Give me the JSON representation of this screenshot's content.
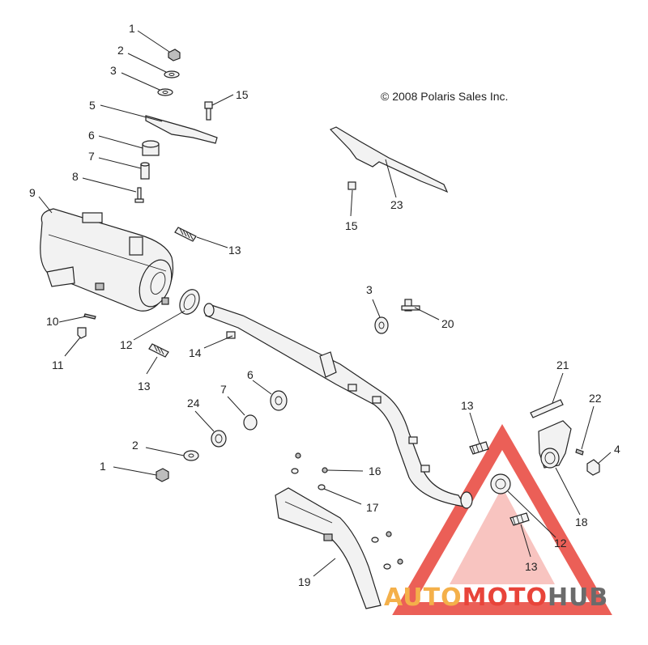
{
  "copyright": "© 2008 Polaris Sales Inc.",
  "watermark": {
    "part1": "AUTO",
    "part2": "MOTO",
    "part3": "HUB",
    "color_red": "#e8443a",
    "color_orange": "#f4b04a",
    "color_gray": "#6b6b6b"
  },
  "callouts": [
    "1",
    "2",
    "3",
    "5",
    "6",
    "7",
    "8",
    "15",
    "9",
    "13",
    "10",
    "11",
    "12",
    "14",
    "13",
    "15",
    "23",
    "3",
    "20",
    "6",
    "7",
    "24",
    "2",
    "1",
    "16",
    "17",
    "19",
    "13",
    "21",
    "22",
    "4",
    "18",
    "12",
    "13"
  ]
}
